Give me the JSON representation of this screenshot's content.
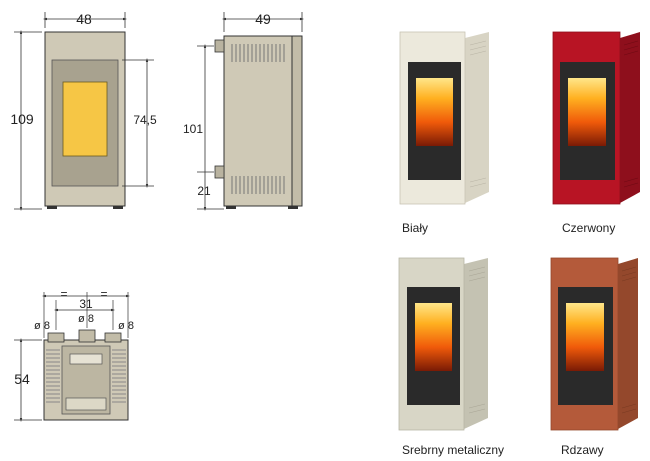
{
  "front_view": {
    "width": "48",
    "height": "109",
    "glass_height": "74,5"
  },
  "side_view": {
    "depth": "49",
    "height": "101",
    "offset": "21"
  },
  "top_view": {
    "equal_left": "=",
    "equal_right": "=",
    "spacing": "31",
    "pipe_left": "ø 8",
    "pipe_center": "ø 8",
    "pipe_right": "ø 8",
    "depth": "54"
  },
  "variants": [
    {
      "name": "Biały",
      "color": "#ece9dc"
    },
    {
      "name": "Czerwony",
      "color": "#b81424"
    },
    {
      "name": "Srebrny metaliczny",
      "color": "#d8d6c6"
    },
    {
      "name": "Rdzawy",
      "color": "#b45a3a"
    }
  ],
  "colors": {
    "drawing_body": "#cfc9b6",
    "drawing_glass": "#a8a28f",
    "drawing_fire": "#f6c645",
    "line": "#333333"
  }
}
